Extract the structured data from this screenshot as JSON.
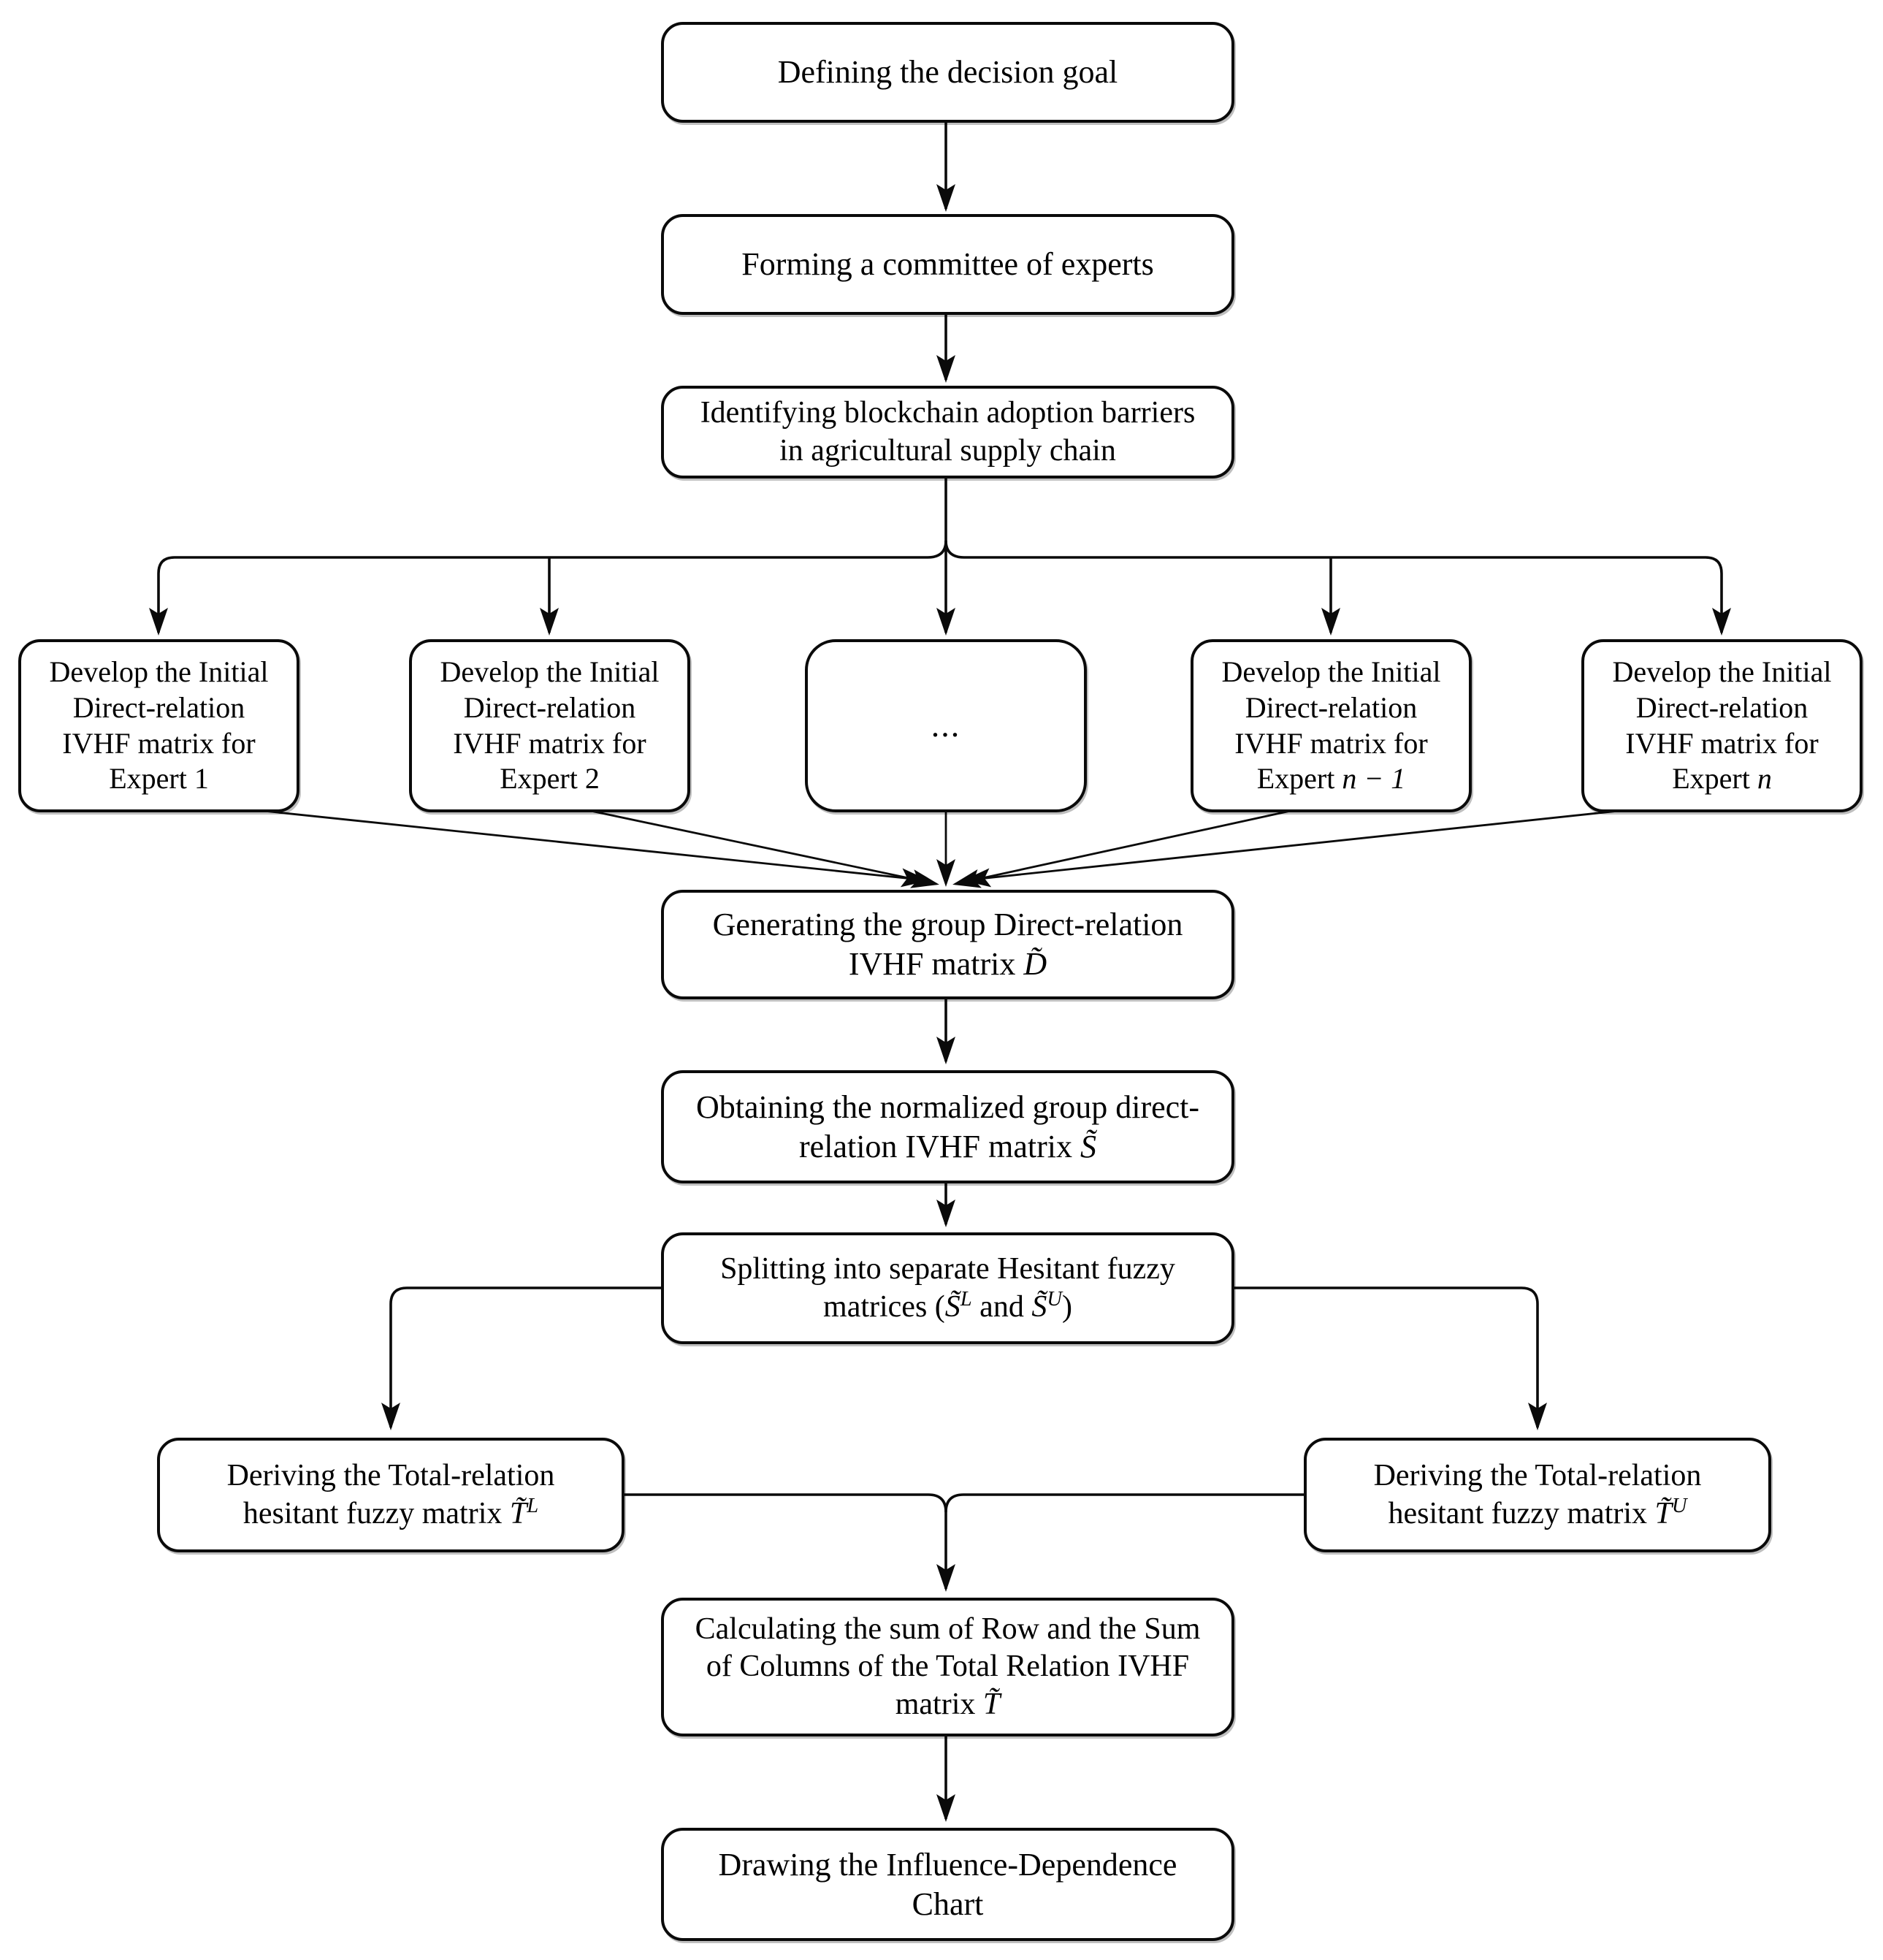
{
  "figure": {
    "kind": "flowchart",
    "ink_color": "#0a0a0a",
    "paper_color": "#ffffff"
  },
  "nodes": {
    "goal": {
      "text": "Defining the decision goal"
    },
    "committee": {
      "text": "Forming a committee of experts"
    },
    "identify": {
      "lines": [
        "Identifying blockchain adoption barriers",
        "in agricultural supply chain"
      ]
    },
    "experts": [
      {
        "lines": [
          "Develop the Initial",
          "Direct-relation",
          "IVHF matrix for"
        ],
        "prefix": "Expert ",
        "subject": "1"
      },
      {
        "lines": [
          "Develop the Initial",
          "Direct-relation",
          "IVHF matrix for"
        ],
        "prefix": "Expert ",
        "subject": "2"
      },
      {
        "ellipsis": "..."
      },
      {
        "lines": [
          "Develop the Initial",
          "Direct-relation",
          "IVHF matrix for"
        ],
        "prefix": "Expert ",
        "subject": "n − 1"
      },
      {
        "lines": [
          "Develop the Initial",
          "Direct-relation",
          "IVHF matrix for"
        ],
        "prefix": "Expert ",
        "subject": "n"
      }
    ],
    "group_matrix": {
      "line1": "Generating the group Direct-relation",
      "line2_prefix": "IVHF matrix ",
      "symbol": "D̃"
    },
    "normalized": {
      "line1": "Obtaining the normalized group direct-",
      "line2_prefix": "relation IVHF matrix ",
      "symbol": "S̃"
    },
    "splitting": {
      "line1": "Splitting into separate Hesitant fuzzy",
      "line2_prefix": "matrices (",
      "sym1": "S̃",
      "sup1": "L",
      "mid": " and ",
      "sym2": "S̃",
      "sup2": "U",
      "suffix": ")"
    },
    "total_L": {
      "line1": "Deriving the Total-relation",
      "line2_prefix": "hesitant fuzzy matrix ",
      "symbol": "T̃",
      "sup": "L"
    },
    "total_U": {
      "line1": "Deriving the Total-relation",
      "line2_prefix": "hesitant fuzzy matrix ",
      "symbol": "T̃",
      "sup": "U"
    },
    "calc": {
      "line1": "Calculating the sum of Row and the Sum",
      "line2": "of Columns of the Total Relation IVHF",
      "line3_prefix": "matrix ",
      "symbol": "T̃"
    },
    "chart": {
      "line1": "Drawing the Influence-Dependence",
      "line2": "Chart"
    }
  },
  "edges": [
    {
      "from": "goal",
      "to": "committee"
    },
    {
      "from": "committee",
      "to": "identify"
    },
    {
      "from": "identify",
      "to": "expert-1"
    },
    {
      "from": "identify",
      "to": "expert-2"
    },
    {
      "from": "identify",
      "to": "expert-ellipsis"
    },
    {
      "from": "identify",
      "to": "expert-n-1"
    },
    {
      "from": "identify",
      "to": "expert-n"
    },
    {
      "from": "expert-1",
      "to": "group-matrix"
    },
    {
      "from": "expert-2",
      "to": "group-matrix"
    },
    {
      "from": "expert-ellipsis",
      "to": "group-matrix"
    },
    {
      "from": "expert-n-1",
      "to": "group-matrix"
    },
    {
      "from": "expert-n",
      "to": "group-matrix"
    },
    {
      "from": "group-matrix",
      "to": "normalized"
    },
    {
      "from": "normalized",
      "to": "splitting"
    },
    {
      "from": "splitting",
      "to": "total-relation-L"
    },
    {
      "from": "splitting",
      "to": "total-relation-U"
    },
    {
      "from": "total-relation-L",
      "to": "calc-sums"
    },
    {
      "from": "total-relation-U",
      "to": "calc-sums"
    },
    {
      "from": "calc-sums",
      "to": "influence-dependence-chart"
    }
  ]
}
